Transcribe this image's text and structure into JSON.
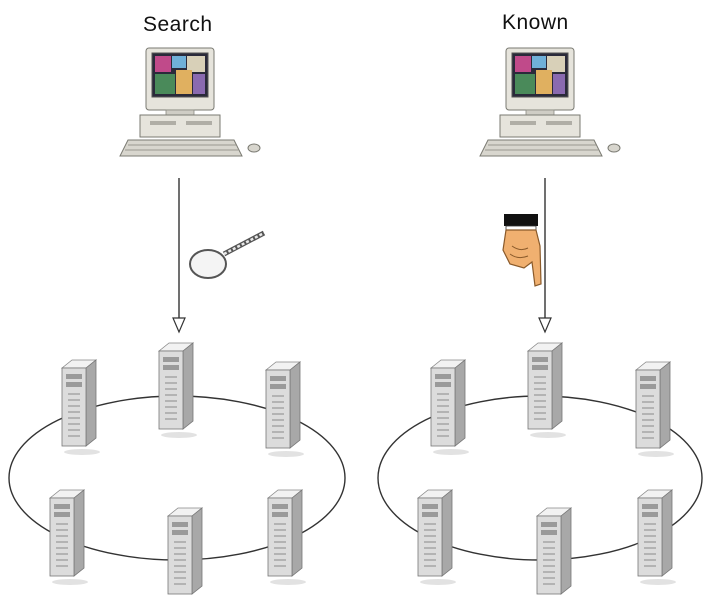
{
  "panels": [
    {
      "label": "Search",
      "pointer_icon": "magnifying-glass-icon",
      "topology": "ring-of-servers",
      "server_count": 6
    },
    {
      "label": "Known",
      "pointer_icon": "pointing-hand-icon",
      "topology": "ring-of-servers",
      "server_count": 6
    }
  ],
  "colors": {
    "background": "#ffffff",
    "line": "#333333",
    "computer_beige": "#e6e4dc",
    "server_gray": "#d9d9d9",
    "hand_skin": "#f0b070",
    "cuff": "#111111"
  }
}
